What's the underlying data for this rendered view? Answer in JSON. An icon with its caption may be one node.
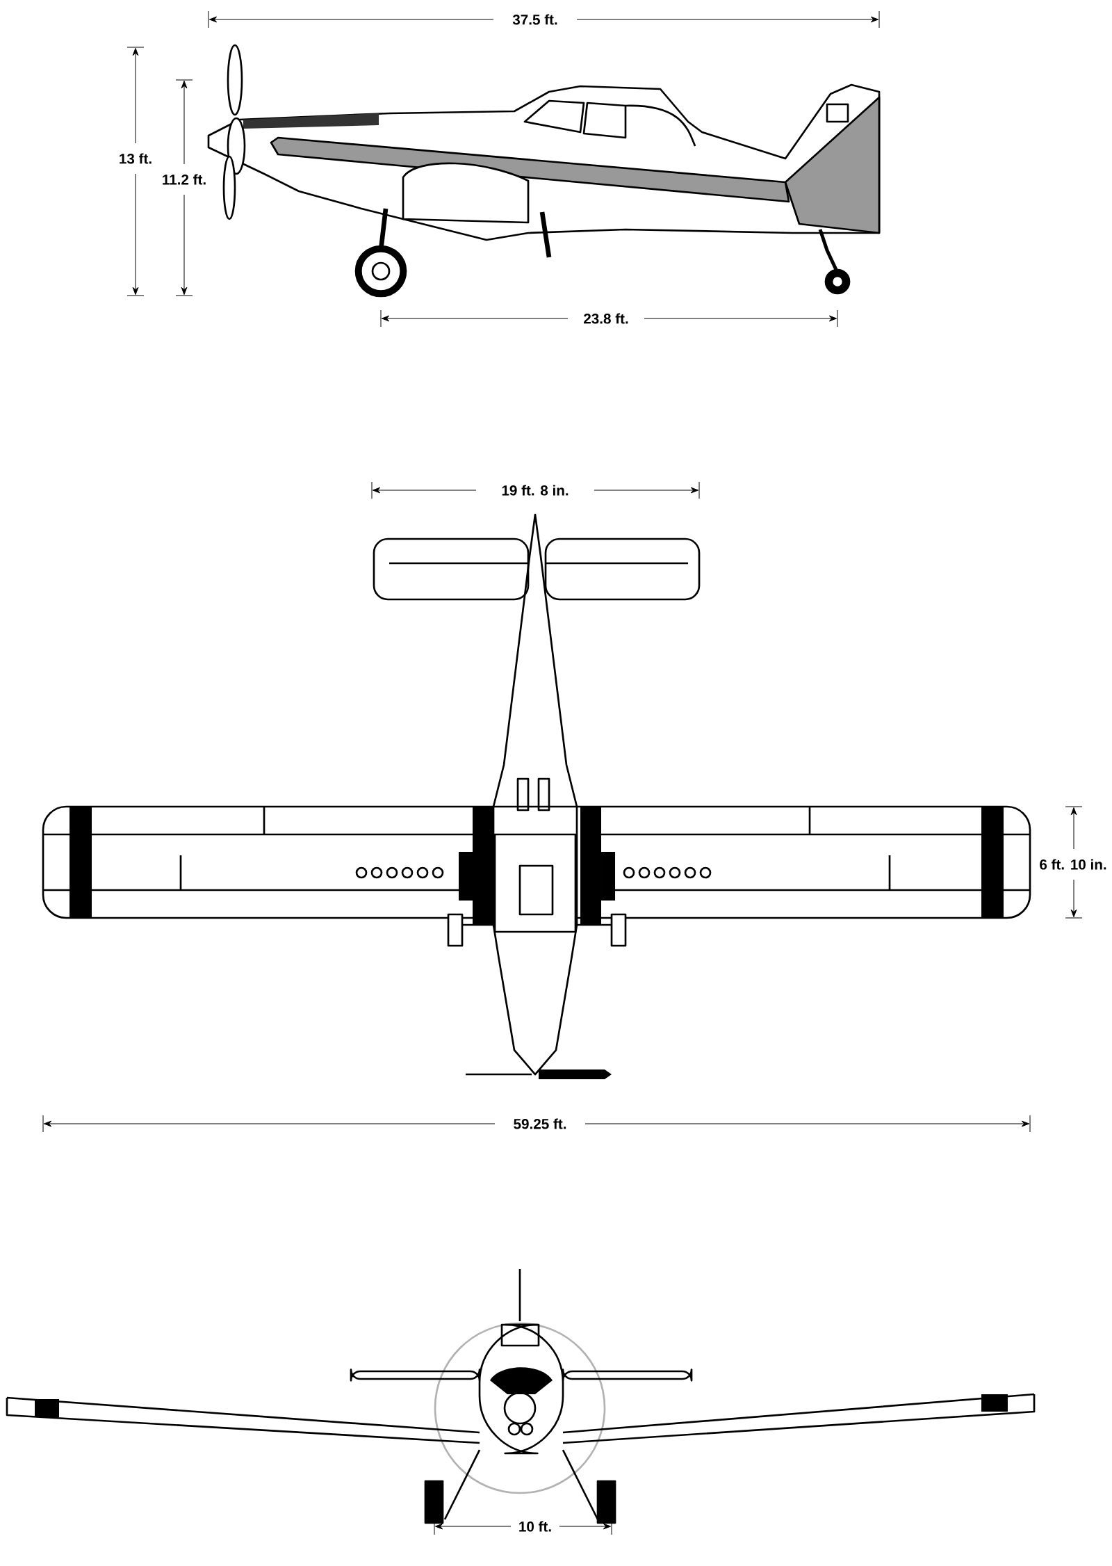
{
  "diagram": {
    "labels": [
      "37.5 ft.",
      "13 ft.",
      "11.2 ft.",
      "23.8 ft.",
      "19 ft. 8 in.",
      "6 ft. 10 in.",
      "59.25 ft.",
      "10 ft."
    ]
  }
}
